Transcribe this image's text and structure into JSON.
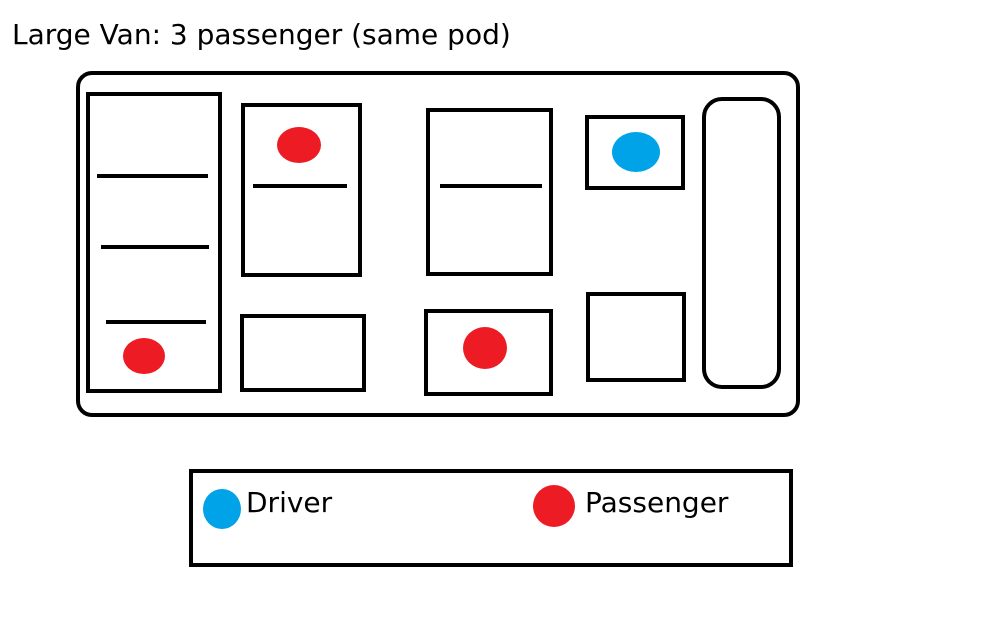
{
  "title": "Large Van: 3 passenger (same pod)",
  "colors": {
    "driver": "#00a2e8",
    "passenger": "#ed1c24",
    "outline": "#000000"
  },
  "legend": {
    "driver_label": "Driver",
    "passenger_label": "Passenger"
  },
  "occupancy": {
    "back_bench_bottom": "passenger",
    "row2_top_seat": "passenger",
    "row3_bottom_seat": "passenger",
    "driver_seat": "driver"
  }
}
